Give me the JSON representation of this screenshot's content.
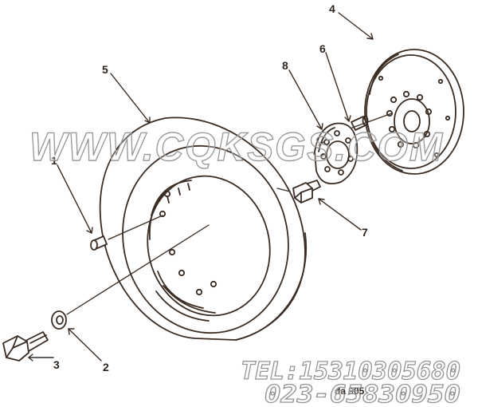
{
  "diagram": {
    "callouts": {
      "c1": "1",
      "c2": "2",
      "c3": "3",
      "c4": "4",
      "c5": "5",
      "c6": "6",
      "c7": "7",
      "c8": "8"
    },
    "drawing_code": "da 905"
  },
  "watermark": {
    "site": "WWW.CQKSGS.COM",
    "tel_line": "TEL:15310305680",
    "phone_line": "023-65830950"
  },
  "colors": {
    "ink": "#3a2c22",
    "watermark": "#8d8d8d",
    "background": "#ffffff"
  }
}
